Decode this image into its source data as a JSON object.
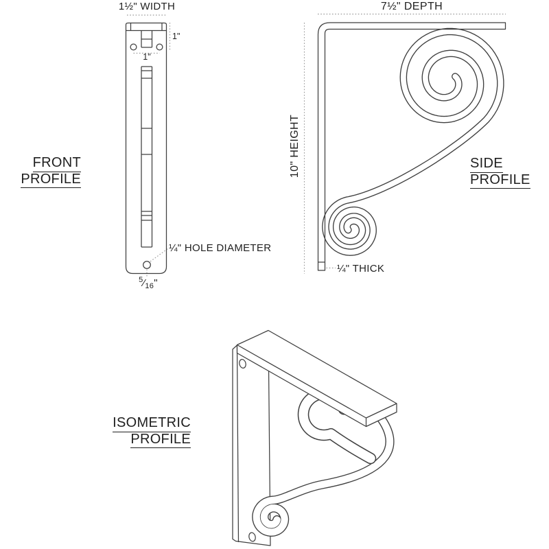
{
  "drawing": {
    "front_view": {
      "title": [
        "FRONT",
        "PROFILE"
      ],
      "width_dim": "1½\" WIDTH",
      "tab_height_dim": "1\"",
      "hole_spacing_dim": "1\"",
      "hole_diameter_dim": "¼\" HOLE DIAMETER",
      "bottom_hole_offset": {
        "numerator": "5",
        "slash": "⁄",
        "denominator": "16",
        "suffix": "\""
      }
    },
    "side_view": {
      "title": [
        "SIDE",
        "PROFILE"
      ],
      "depth_dim": "7½\" DEPTH",
      "height_dim": "10\" HEIGHT",
      "thickness_dim": "¼\" THICK"
    },
    "isometric_view": {
      "title": [
        "ISOMETRIC",
        "PROFILE"
      ]
    },
    "colors": {
      "line": "#3f3f3f",
      "text": "#1f1f1f",
      "dimension_line": "#9a9a9a",
      "background": "#ffffff"
    }
  }
}
